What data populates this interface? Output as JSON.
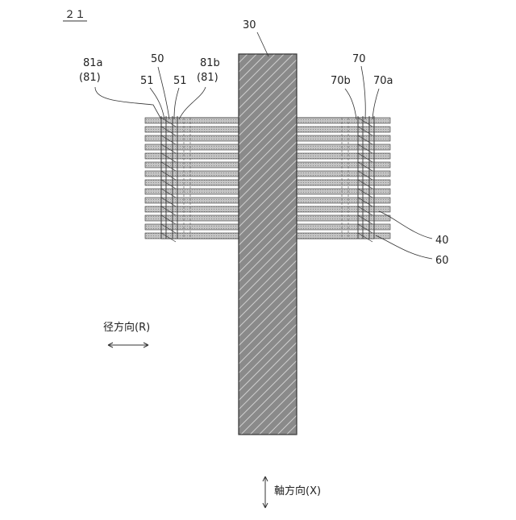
{
  "figure": {
    "number": "２１"
  },
  "labels": {
    "shaft": "30",
    "seal_left": "50",
    "seal_right": "70",
    "part_81a": "81a",
    "part_81a_ref": "(81)",
    "part_81b": "81b",
    "part_81b_ref": "(81)",
    "part_51_left": "51",
    "part_51_right": "51",
    "part_70b": "70b",
    "part_70a": "70a",
    "part_40": "40",
    "part_60": "60"
  },
  "directions": {
    "radial": "径方向(R)",
    "axial": "軸方向(X)"
  },
  "colors": {
    "shaft_fill": "#8a8a8a",
    "hatch": "#d0d0d0",
    "fin_fill": "#b8b8b8",
    "line": "#333333"
  },
  "fins": {
    "count": 14
  }
}
